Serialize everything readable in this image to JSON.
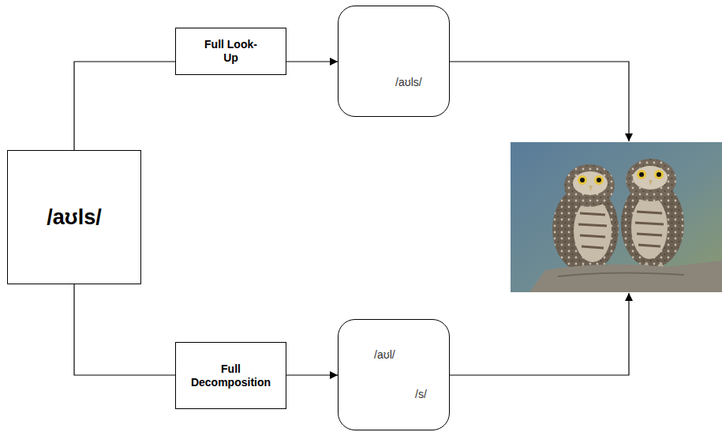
{
  "diagram": {
    "nodes": [
      {
        "text": [
          "/aʊls/"
        ]
      },
      {
        "text": [
          "Full Look-Up"
        ]
      },
      {
        "text": [
          "/aʊls/"
        ]
      },
      {
        "text": [
          "Full Decomposition"
        ]
      },
      {
        "text": [
          "/aʊl/",
          "/s/"
        ]
      }
    ],
    "edges": [
      {
        "from": 0,
        "to": 1,
        "arrow": "none"
      },
      {
        "from": 1,
        "to": 2,
        "arrow": "to"
      },
      {
        "from": 0,
        "to": 3,
        "arrow": "none"
      },
      {
        "from": 3,
        "to": 4,
        "arrow": "to"
      }
    ]
  }
}
